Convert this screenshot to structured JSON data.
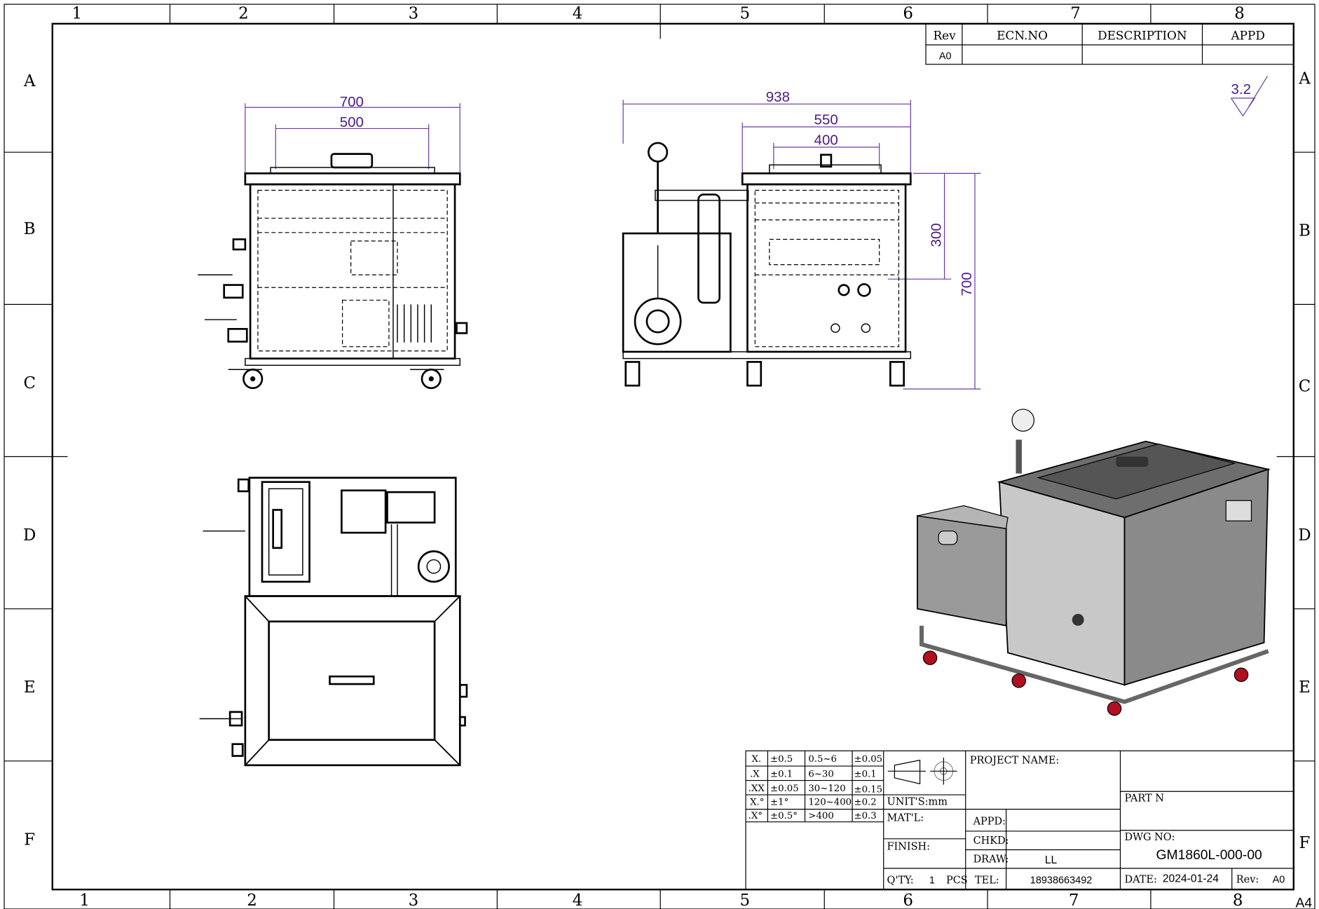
{
  "border": {
    "columns": [
      "1",
      "2",
      "3",
      "4",
      "5",
      "6",
      "7",
      "8"
    ],
    "rows": [
      "A",
      "B",
      "C",
      "D",
      "E",
      "F"
    ],
    "sheet_size": "A4"
  },
  "revision_table": {
    "headers": [
      "Rev",
      "ECN.NO",
      "DESCRIPTION",
      "APPD"
    ],
    "rows": [
      [
        "A0",
        "",
        "",
        ""
      ]
    ]
  },
  "surface_finish": "3.2",
  "dimensions": {
    "front_width_outer": "700",
    "front_width_inner": "500",
    "side_total": "938",
    "side_tank": "550",
    "side_lid": "400",
    "side_height_upper": "300",
    "side_height_total": "700"
  },
  "tolerances": [
    [
      "X.",
      "±0.5",
      "0.5~6",
      "±0.05"
    ],
    [
      ".X",
      "±0.1",
      "6~30",
      "±0.1"
    ],
    [
      ".XX",
      "±0.05",
      "30~120",
      "±0.15"
    ],
    [
      "X.°",
      "±1°",
      "120~400",
      "±0.2"
    ],
    [
      ".X°",
      "±0.5°",
      ">400",
      "±0.3"
    ]
  ],
  "title_block": {
    "units": "UNIT'S:mm",
    "material_label": "MAT'L:",
    "finish_label": "FINISH:",
    "qty_label": "Q'TY:",
    "qty_value": "1",
    "qty_unit": "PCS",
    "project_name_label": "PROJECT NAME:",
    "appd_label": "APPD:",
    "chkd_label": "CHKD:",
    "draw_label": "DRAW:",
    "draw_value": "LL",
    "tel_label": "TEL:",
    "tel_value": "18938663492",
    "part_label": "PART N",
    "dwg_no_label": "DWG NO:",
    "dwg_no_value": "GM1860L-000-00",
    "date_label": "DATE:",
    "date_value": "2024-01-24",
    "rev_label": "Rev:",
    "rev_value": "A0"
  },
  "colors": {
    "dimension": "#4b1a8a",
    "sheet_size": "#22bb22",
    "caster": "#b01020"
  }
}
